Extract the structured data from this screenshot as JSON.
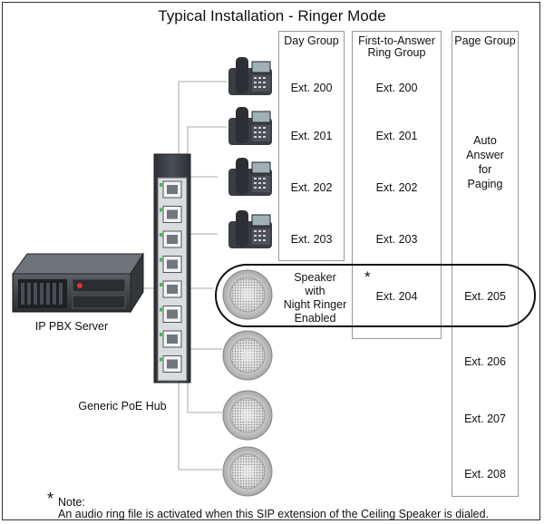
{
  "title": "Typical Installation - Ringer Mode",
  "columns": {
    "day": "Day Group",
    "first_answer": [
      "First-to-Answer",
      "Ring Group"
    ],
    "page": "Page Group"
  },
  "day_group": [
    "Ext. 200",
    "Ext. 201",
    "Ext. 202",
    "Ext. 203"
  ],
  "first_to_answer": [
    "Ext. 200",
    "Ext. 201",
    "Ext. 202",
    "Ext. 203",
    "Ext. 204"
  ],
  "speaker_label": [
    "Speaker",
    "with",
    "Night Ringer",
    "Enabled"
  ],
  "asterisk": "*",
  "page_group": {
    "auto": [
      "Auto",
      "Answer",
      "for",
      "Paging"
    ],
    "exts": [
      "Ext. 205",
      "Ext. 206",
      "Ext. 207",
      "Ext. 208"
    ]
  },
  "server_label": "IP PBX Server",
  "hub_label": "Generic PoE Hub",
  "note": {
    "star": "*",
    "label": "Note:",
    "text": "An audio ring file is activated when this SIP extension of the Ceiling Speaker is dialed."
  }
}
